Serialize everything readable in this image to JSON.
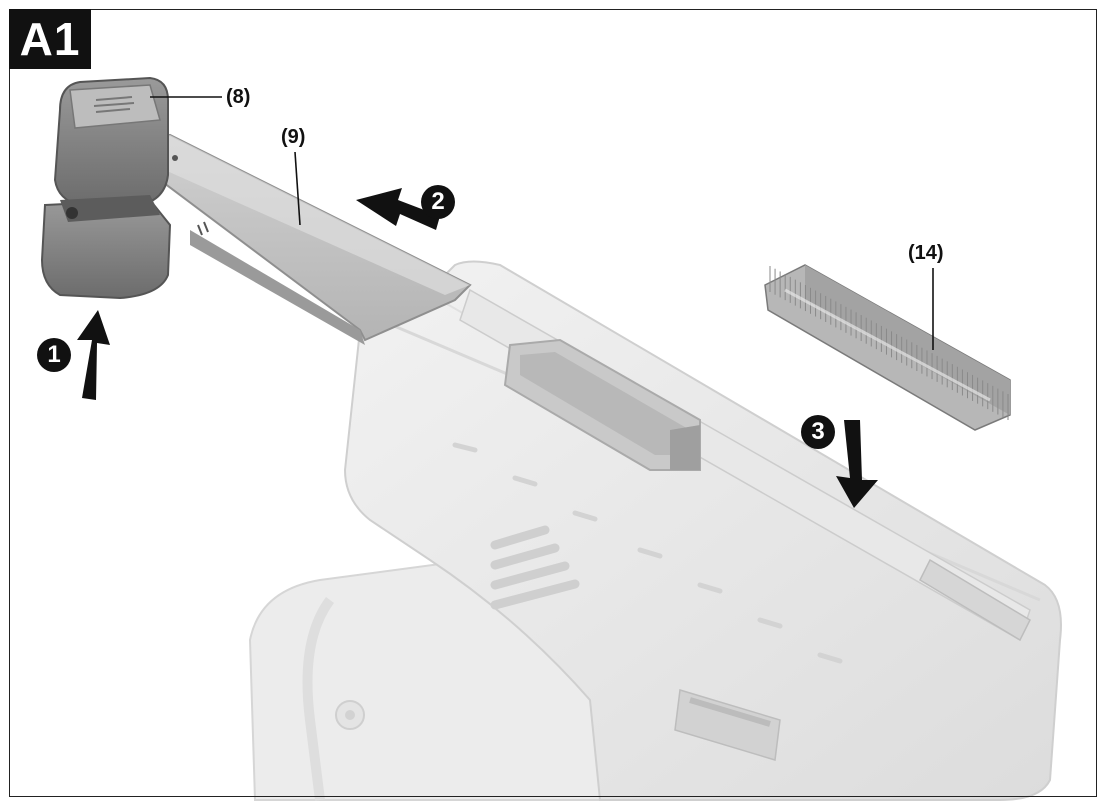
{
  "figure": {
    "tag": "A1",
    "callouts": {
      "c8": "(8)",
      "c9": "(9)",
      "c14": "(14)"
    },
    "steps": {
      "s1": "1",
      "s2": "2",
      "s3": "3"
    }
  }
}
